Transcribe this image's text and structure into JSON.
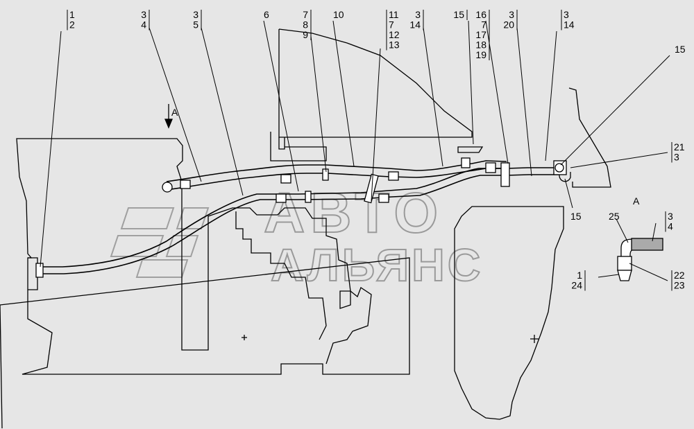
{
  "view_marker": {
    "arrow_label": "A",
    "view_title": "A"
  },
  "watermark": {
    "line1": "АВТО",
    "line2": "АЛЬЯНС"
  },
  "callouts": [
    {
      "id": "c1",
      "lines": [
        "1",
        "2"
      ]
    },
    {
      "id": "c2",
      "lines": [
        "3",
        "4"
      ]
    },
    {
      "id": "c3",
      "lines": [
        "3",
        "5"
      ]
    },
    {
      "id": "c4",
      "lines": [
        "6"
      ]
    },
    {
      "id": "c5",
      "lines": [
        "7",
        "8",
        "9"
      ]
    },
    {
      "id": "c6",
      "lines": [
        "10"
      ]
    },
    {
      "id": "c7",
      "lines": [
        "11",
        "7",
        "12",
        "13"
      ]
    },
    {
      "id": "c8",
      "lines": [
        "3",
        "14"
      ]
    },
    {
      "id": "c9",
      "lines": [
        "15"
      ]
    },
    {
      "id": "c10",
      "lines": [
        "16",
        "7",
        "17",
        "18",
        "19"
      ]
    },
    {
      "id": "c11",
      "lines": [
        "3",
        "20"
      ]
    },
    {
      "id": "c12",
      "lines": [
        "3",
        "14"
      ]
    },
    {
      "id": "c13",
      "lines": [
        "15"
      ]
    },
    {
      "id": "c14",
      "lines": [
        "21",
        "3"
      ]
    },
    {
      "id": "c15",
      "lines": [
        "15"
      ]
    },
    {
      "id": "c16",
      "lines": [
        "25"
      ]
    },
    {
      "id": "c17",
      "lines": [
        "3",
        "4"
      ]
    },
    {
      "id": "c18",
      "lines": [
        "22",
        "23"
      ]
    },
    {
      "id": "c19",
      "lines": [
        "1",
        "24"
      ]
    }
  ]
}
